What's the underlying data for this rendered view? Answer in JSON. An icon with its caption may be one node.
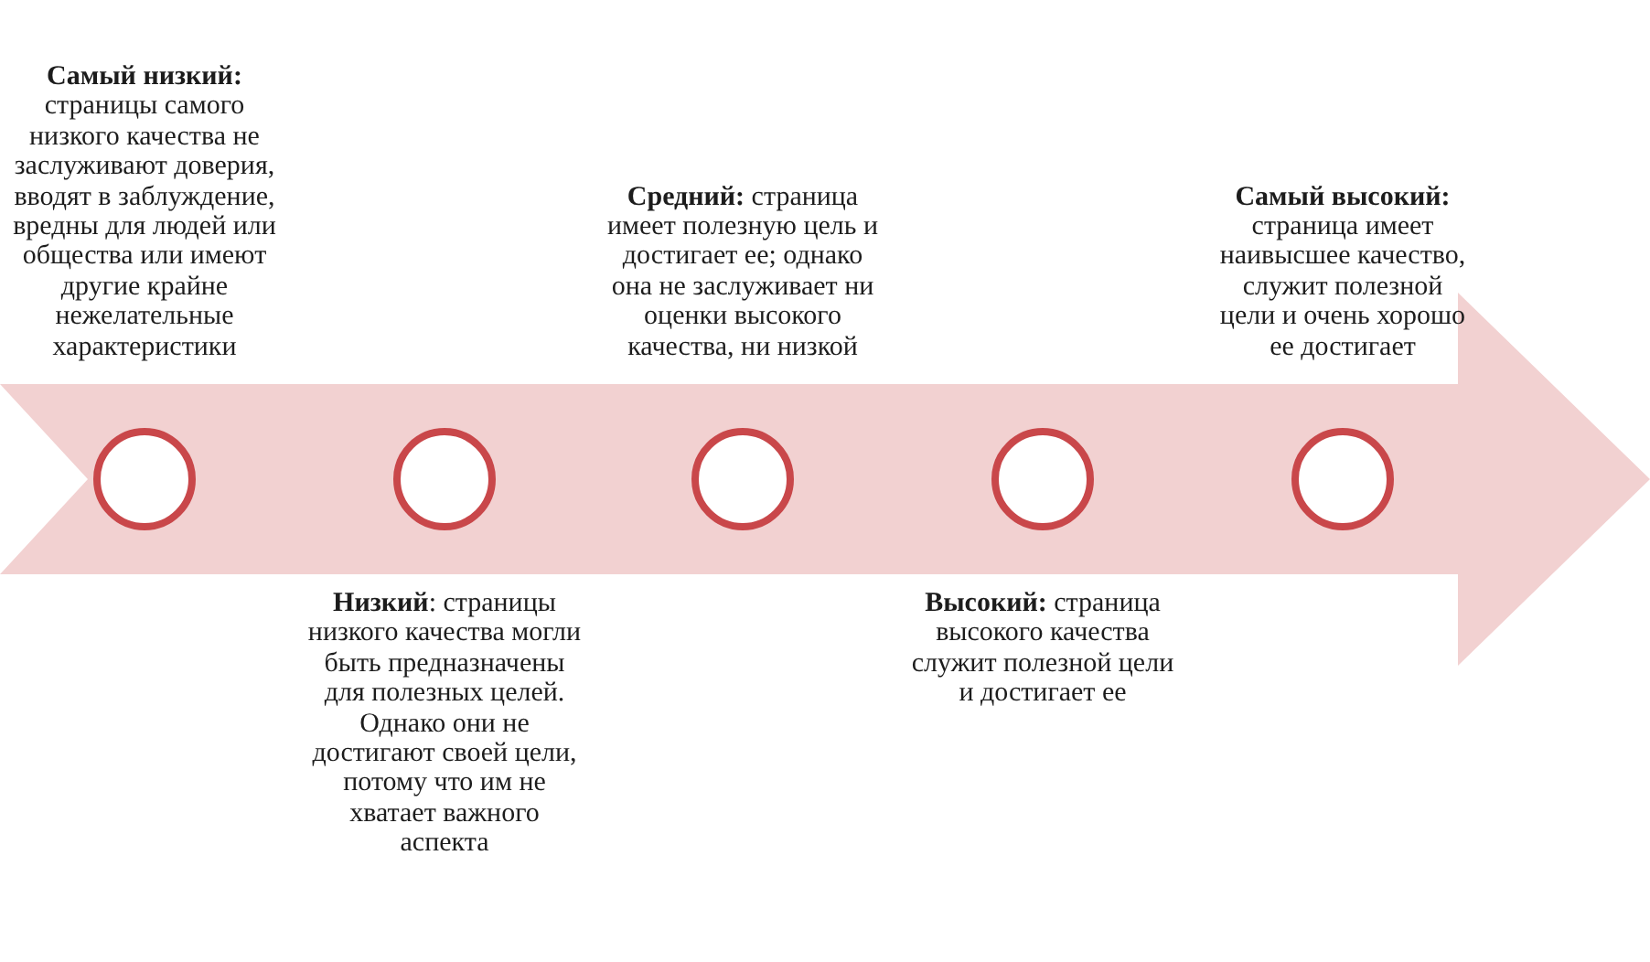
{
  "diagram": {
    "nodes": [
      {
        "text": [],
        "shape": "arrow"
      },
      {
        "text": [],
        "shape": "circle",
        "in": 0,
        "beside": [
          "**Самый низкий:** страницы самого низкого качества не заслуживают доверия, вводят в заблуждение, вредны для людей или общества или имеют другие крайне нежелательные характеристики"
        ]
      },
      {
        "text": [],
        "shape": "circle",
        "in": 0,
        "beside": [
          "**Низкий**: страницы низкого качества могли быть предназначены для полезных целей. Однако они не достигают своей цели, потому что им не хватает важного аспекта"
        ]
      },
      {
        "text": [],
        "shape": "circle",
        "in": 0,
        "beside": [
          "**Средний:** страница имеет полезную цель и достигает ее; однако она не заслуживает ни оценки высокого качества, ни низкой"
        ]
      },
      {
        "text": [],
        "shape": "circle",
        "in": 0,
        "beside": [
          "**Высокий:** страница высокого качества служит полезной цели и достигает ее"
        ]
      },
      {
        "text": [],
        "shape": "circle",
        "in": 0,
        "beside": [
          "**Самый высокий:** страница имеет наивысшее качество, служит полезной цели и очень хорошо ее достигает"
        ]
      }
    ]
  }
}
